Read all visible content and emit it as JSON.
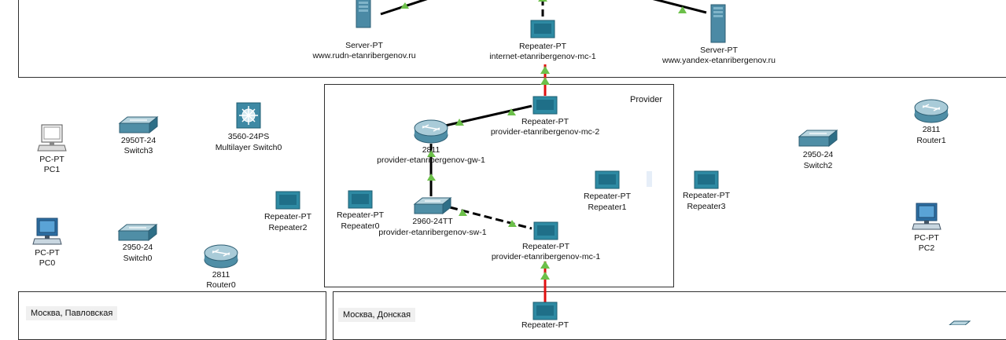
{
  "clusters": {
    "top": {
      "label": ""
    },
    "provider": {
      "label": "Provider"
    },
    "pavlovskaya": {
      "label": "Москва, Павловская"
    },
    "donskaya": {
      "label": "Москва, Донская"
    }
  },
  "devices": {
    "server_rudn": {
      "model": "Server-PT",
      "name": "www.rudn-etanribergenov.ru",
      "icon": "server-icon"
    },
    "repeater_internet": {
      "model": "Repeater-PT",
      "name": "internet-etanribergenov-mc-1",
      "icon": "repeater-icon"
    },
    "server_yandex": {
      "model": "Server-PT",
      "name": "www.yandex-etanribergenov.ru",
      "icon": "server-icon"
    },
    "repeater_provider_mc2": {
      "model": "Repeater-PT",
      "name": "provider-etanribergenov-mc-2",
      "icon": "repeater-icon"
    },
    "router_provider_gw": {
      "model": "2811",
      "name": "provider-etanribergenov-gw-1",
      "icon": "router-icon"
    },
    "switch_provider_sw": {
      "model": "2960-24TT",
      "name": "provider-etanribergenov-sw-1",
      "icon": "switch-icon"
    },
    "repeater_provider_mc1": {
      "model": "Repeater-PT",
      "name": "provider-etanribergenov-mc-1",
      "icon": "repeater-icon"
    },
    "repeater0": {
      "model": "Repeater-PT",
      "name": "Repeater0",
      "icon": "repeater-icon"
    },
    "repeater1": {
      "model": "Repeater-PT",
      "name": "Repeater1",
      "icon": "repeater-icon"
    },
    "repeater2": {
      "model": "Repeater-PT",
      "name": "Repeater2",
      "icon": "repeater-icon"
    },
    "repeater3": {
      "model": "Repeater-PT",
      "name": "Repeater3",
      "icon": "repeater-icon"
    },
    "pc1": {
      "model": "PC-PT",
      "name": "PC1",
      "icon": "pc-icon"
    },
    "pc0": {
      "model": "PC-PT",
      "name": "PC0",
      "icon": "pc-icon"
    },
    "pc2": {
      "model": "PC-PT",
      "name": "PC2",
      "icon": "pc-icon"
    },
    "switch3": {
      "model": "2950T-24",
      "name": "Switch3",
      "icon": "switch-icon"
    },
    "switch0": {
      "model": "2950-24",
      "name": "Switch0",
      "icon": "switch-icon"
    },
    "switch2": {
      "model": "2950-24",
      "name": "Switch2",
      "icon": "switch-icon"
    },
    "mlswitch0": {
      "model": "3560-24PS",
      "name": "Multilayer Switch0",
      "icon": "multilayer-switch-icon"
    },
    "router0": {
      "model": "2811",
      "name": "Router0",
      "icon": "router-icon"
    },
    "router1": {
      "model": "2811",
      "name": "Router1",
      "icon": "router-icon"
    },
    "repeater_donskaya": {
      "model": "Repeater-PT",
      "icon": "repeater-icon"
    }
  },
  "colors": {
    "link_copper": "#000000",
    "link_fiber": "#e01010",
    "link_up": "#6cc04a",
    "border": "#303030"
  }
}
